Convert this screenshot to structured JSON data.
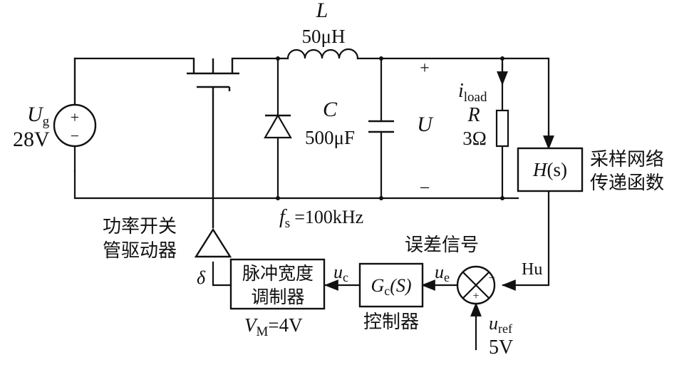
{
  "inductor": {
    "symbol": "L",
    "value": "50μH"
  },
  "source": {
    "symbol": "U",
    "subscript": "g",
    "value": "28V",
    "plus": "+",
    "minus": "−"
  },
  "capacitor": {
    "symbol": "C",
    "value": "500μF"
  },
  "output": {
    "plus": "+",
    "symbol": "U",
    "minus": "−"
  },
  "load": {
    "current_symbol": "i",
    "current_subscript": "load",
    "symbol": "R",
    "value": "3Ω"
  },
  "sensor": {
    "block_text_h": "H",
    "block_text_s": "(s)",
    "label_line1": "采样网络",
    "label_line2": "传递函数",
    "output_label": "Hu"
  },
  "switching": {
    "symbol": "f",
    "subscript": "s",
    "value": "=100kHz"
  },
  "driver": {
    "label_line1": "功率开关",
    "label_line2": "管驱动器",
    "duty_symbol": "δ"
  },
  "pwm": {
    "line1": "脉冲宽度",
    "line2": "调制器",
    "vm_symbol": "V",
    "vm_subscript": "M",
    "vm_value": "=4V"
  },
  "controller": {
    "input_symbol": "u",
    "input_subscript": "c",
    "block_g": "G",
    "block_sub": "c",
    "block_arg": "(S)",
    "label": "控制器"
  },
  "error": {
    "label": "误差信号",
    "symbol": "u",
    "subscript": "e",
    "summer_plus": "+",
    "summer_minus": "−"
  },
  "reference": {
    "symbol": "u",
    "subscript": "ref",
    "value": "5V"
  }
}
